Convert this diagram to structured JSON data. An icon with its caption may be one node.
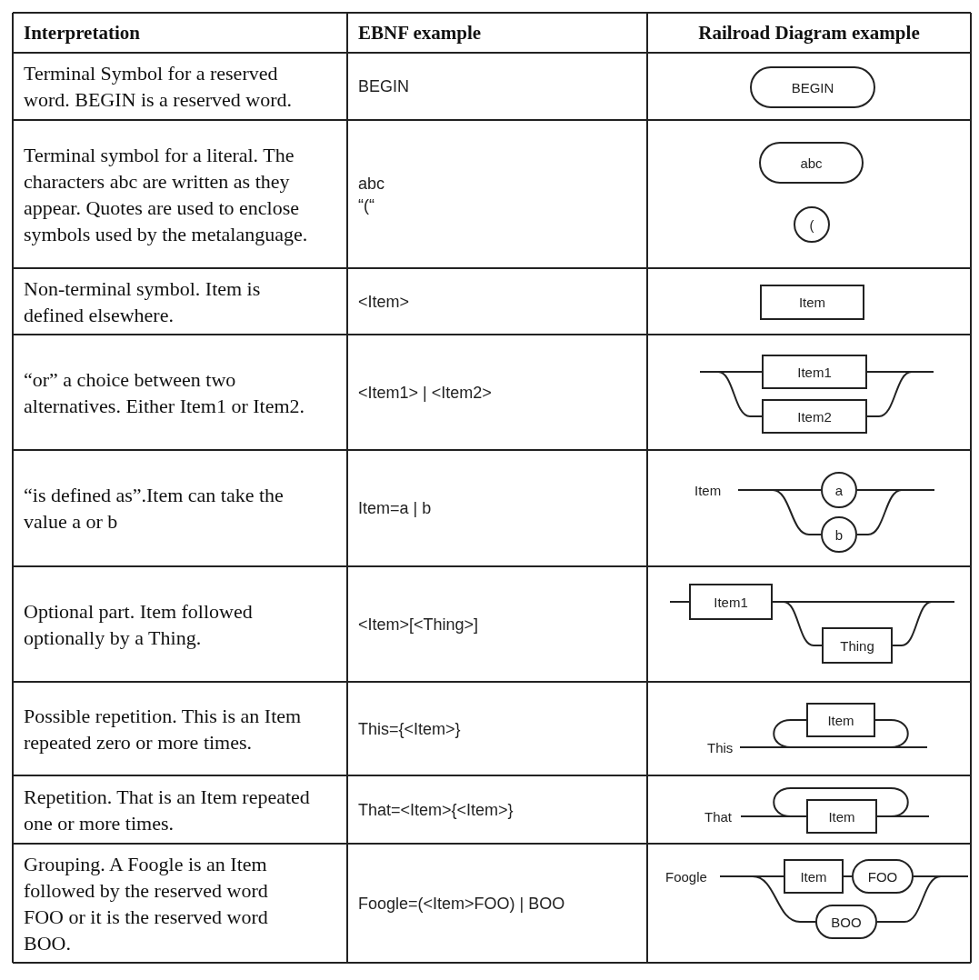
{
  "diagram": {
    "nodes": [
      {
        "text": [
          "BEGIN"
        ]
      },
      {
        "text": [
          "abc"
        ]
      },
      {
        "text": [
          "("
        ]
      },
      {
        "text": [
          "Item"
        ]
      },
      {
        "text": [
          "Item1"
        ]
      },
      {
        "text": [
          "Item2"
        ]
      },
      {
        "text": [
          "Item"
        ]
      },
      {
        "text": [
          "a"
        ]
      },
      {
        "text": [
          "b"
        ]
      },
      {
        "text": [
          "Item1"
        ]
      },
      {
        "text": [
          "Thing"
        ]
      },
      {
        "text": [
          "This"
        ]
      },
      {
        "text": [
          "Item"
        ]
      },
      {
        "text": [
          "That"
        ]
      },
      {
        "text": [
          "Item"
        ]
      },
      {
        "text": [
          "Foogle"
        ]
      },
      {
        "text": [
          "Item"
        ]
      },
      {
        "text": [
          "FOO"
        ]
      },
      {
        "text": [
          "BOO"
        ]
      }
    ],
    "edges": [
      {
        "from": null,
        "to": 4,
        "arrow": "none"
      },
      {
        "from": null,
        "to": 5,
        "arrow": "none"
      },
      {
        "from": 4,
        "to": null,
        "arrow": "none"
      },
      {
        "from": 5,
        "to": null,
        "arrow": "none"
      },
      {
        "from": 6,
        "to": 7,
        "arrow": "none"
      },
      {
        "from": 6,
        "to": 8,
        "arrow": "none"
      },
      {
        "from": 7,
        "to": null,
        "arrow": "none"
      },
      {
        "from": 8,
        "to": null,
        "arrow": "none"
      },
      {
        "from": null,
        "to": 9,
        "arrow": "none"
      },
      {
        "from": 9,
        "to": null,
        "arrow": "none"
      },
      {
        "from": 9,
        "to": 10,
        "arrow": "none"
      },
      {
        "from": 10,
        "to": null,
        "arrow": "none"
      },
      {
        "from": 11,
        "to": null,
        "arrow": "none"
      },
      {
        "from": 11,
        "to": 12,
        "arrow": "none"
      },
      {
        "from": 12,
        "to": null,
        "arrow": "none"
      },
      {
        "from": 13,
        "to": 14,
        "arrow": "none"
      },
      {
        "from": 14,
        "to": null,
        "arrow": "none"
      },
      {
        "from": 14,
        "to": 14,
        "arrow": "none"
      },
      {
        "from": 15,
        "to": 16,
        "arrow": "none"
      },
      {
        "from": 15,
        "to": 18,
        "arrow": "none"
      },
      {
        "from": 16,
        "to": 17,
        "arrow": "none"
      },
      {
        "from": 17,
        "to": null,
        "arrow": "none"
      },
      {
        "from": 18,
        "to": null,
        "arrow": "none"
      }
    ],
    "labels": [
      "Interpretation",
      "EBNF example",
      "Railroad Diagram example",
      "Terminal Symbol for a reserved word. BEGIN is a reserved word.",
      "BEGIN",
      "Terminal symbol for a literal. The characters abc are written as they appear. Quotes are used to enclose symbols used by the metalanguage.",
      "abc",
      "“(“",
      "Non-terminal symbol. Item is defined elsewhere.",
      "<Item>",
      "“or” a choice between two alternatives. Either Item1 or Item2.",
      "<Item1> | <Item2>",
      "“is defined as”.Item can take the value a or b",
      "Item=a | b",
      "Optional part. Item followed optionally by a Thing.",
      "<Item>[<Thing>]",
      "Possible repetition. This is an Item repeated zero or more times.",
      "This={<Item>}",
      "Repetition. That is an Item repeated one or more times.",
      "That=<Item>{<Item>}",
      "Grouping. A Foogle is an Item followed by the reserved word FOO or it is the reserved word BOO.",
      "Foogle=(<Item>FOO) | BOO"
    ]
  }
}
